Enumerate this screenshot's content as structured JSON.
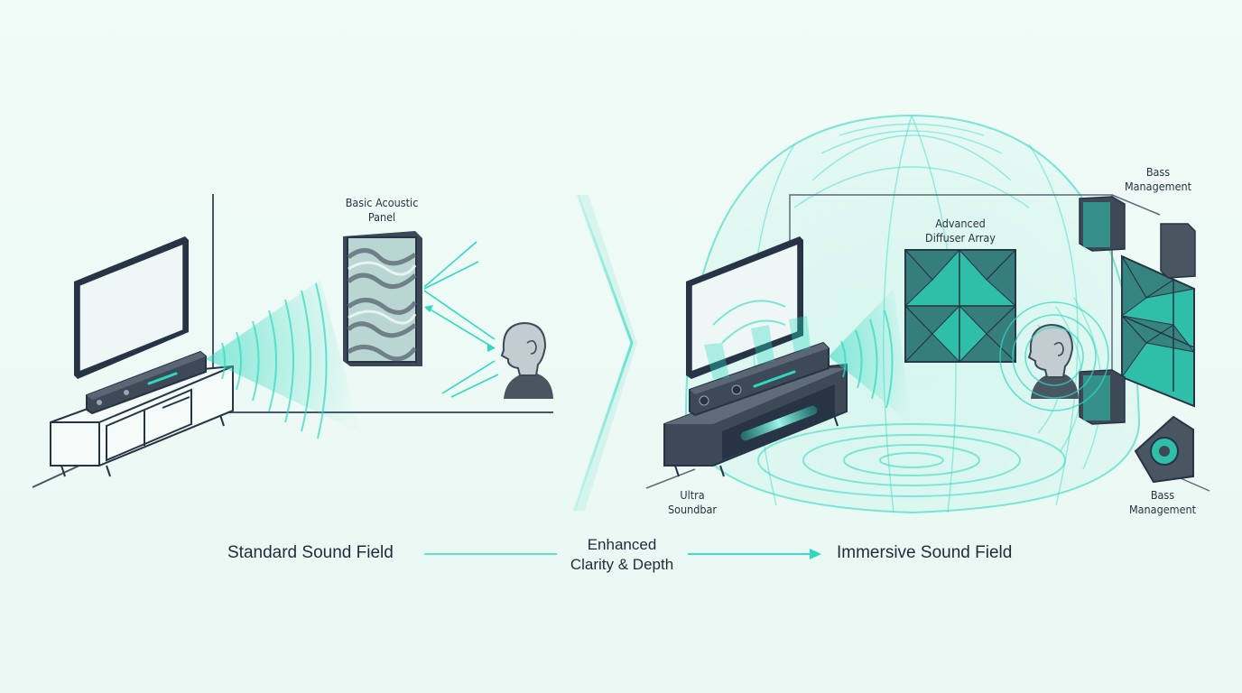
{
  "labels": {
    "basic_panel": [
      "Basic Acoustic",
      "Panel"
    ],
    "advanced_array": [
      "Advanced",
      "Diffuser Array"
    ],
    "bass_top": [
      "Bass",
      "Management"
    ],
    "bass_bottom": [
      "Bass",
      "Management"
    ],
    "ultra_soundbar": [
      "Ultra",
      "Soundbar"
    ]
  },
  "captions": {
    "left": "Standard Sound Field",
    "middle": [
      "Enhanced",
      "Clarity & Depth"
    ],
    "right": "Immersive Sound Field"
  },
  "colors": {
    "accent": "#2fd9bf",
    "outline": "#263445",
    "device": "#4a5562",
    "background": "#eef9f5"
  },
  "icons": {
    "listener_left": "listener-head-icon",
    "listener_right": "listener-head-icon"
  }
}
